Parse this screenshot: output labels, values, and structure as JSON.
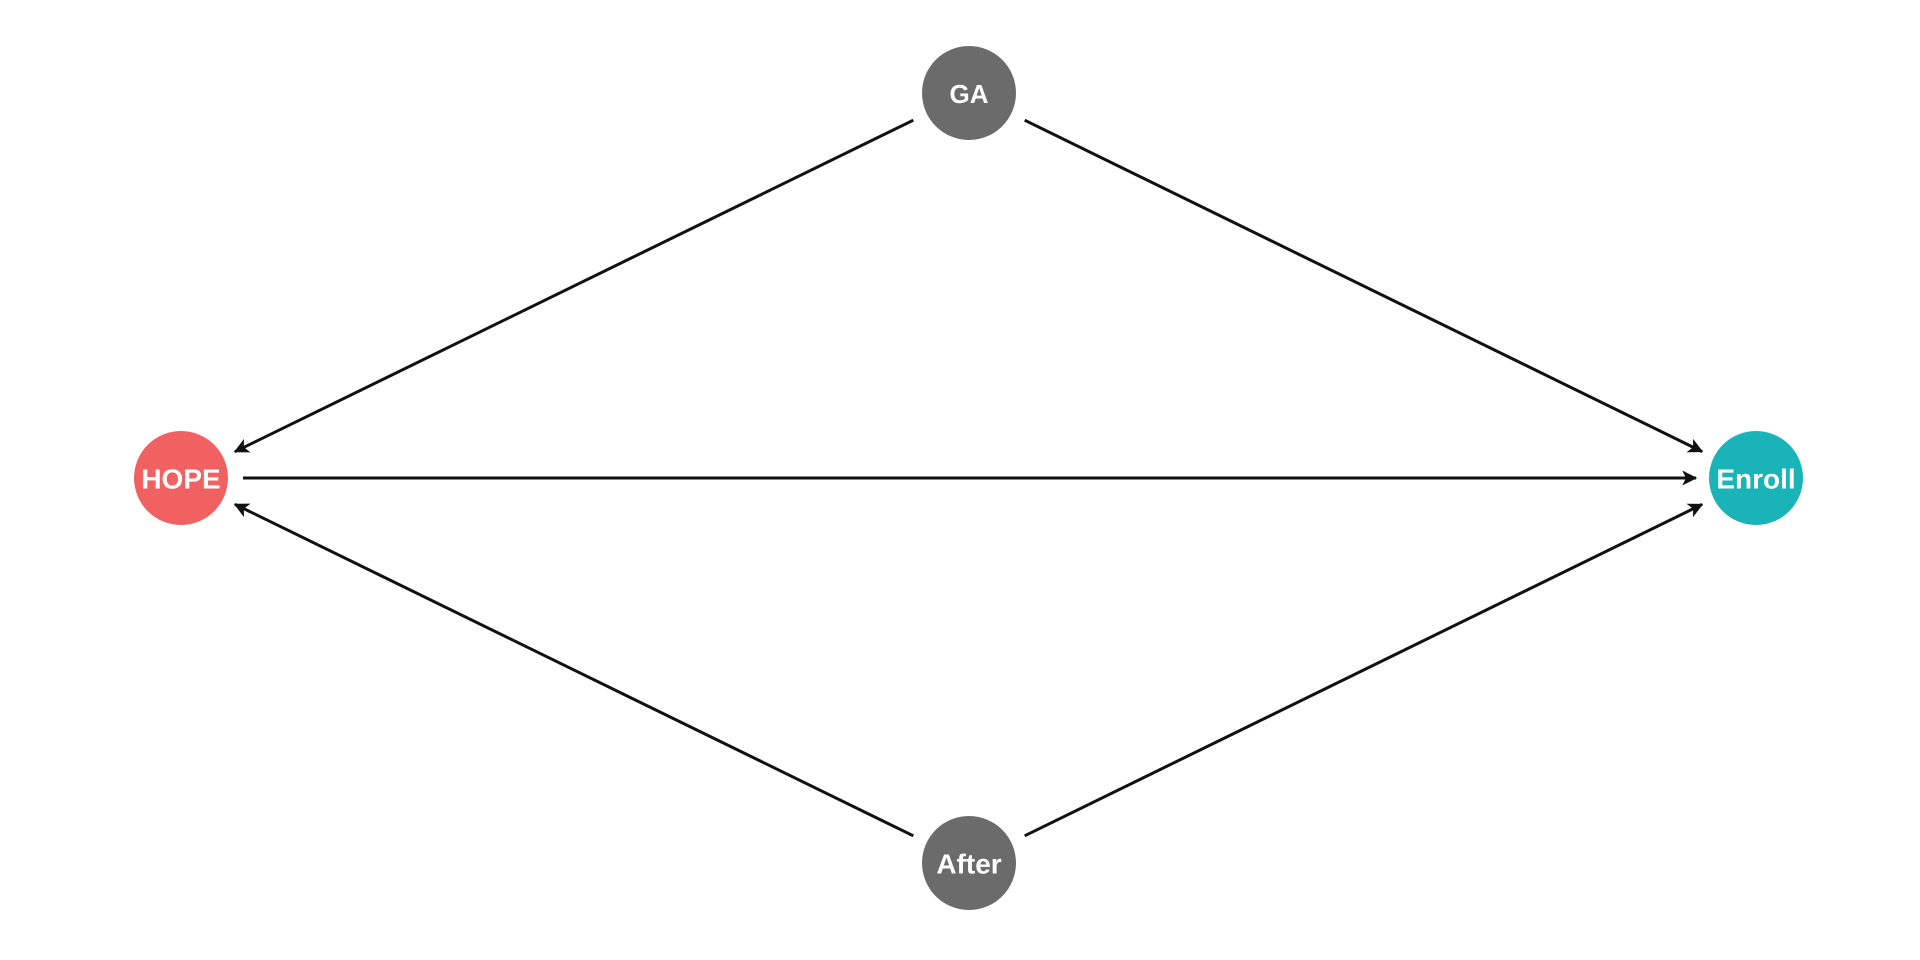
{
  "diagram": {
    "type": "directed-acyclic-graph",
    "nodes": [
      {
        "id": "ga",
        "label": "GA",
        "color": "#6b6b6b",
        "role": "confounder"
      },
      {
        "id": "hope",
        "label": "HOPE",
        "color": "#f26161",
        "role": "exposure"
      },
      {
        "id": "enroll",
        "label": "Enroll",
        "color": "#19b3b8",
        "role": "outcome"
      },
      {
        "id": "after",
        "label": "After",
        "color": "#6b6b6b",
        "role": "confounder"
      }
    ],
    "edges": [
      {
        "from": "ga",
        "to": "hope"
      },
      {
        "from": "ga",
        "to": "enroll"
      },
      {
        "from": "hope",
        "to": "enroll"
      },
      {
        "from": "after",
        "to": "hope"
      },
      {
        "from": "after",
        "to": "enroll"
      }
    ],
    "edge_color": "#111111"
  }
}
